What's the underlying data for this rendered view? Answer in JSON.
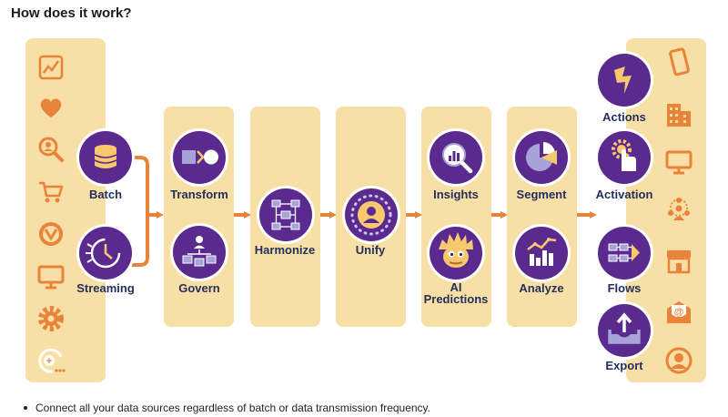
{
  "heading": "How does it work?",
  "nodes": {
    "batch": "Batch",
    "streaming": "Streaming",
    "transform": "Transform",
    "govern": "Govern",
    "harmonize": "Harmonize",
    "unify": "Unify",
    "insights": "Insights",
    "ai_predictions_line1": "AI",
    "ai_predictions_line2": "Predictions",
    "segment": "Segment",
    "analyze": "Analyze",
    "actions": "Actions",
    "activation": "Activation",
    "flows": "Flows",
    "export": "Export"
  },
  "source_icons": [
    "chart-icon",
    "heart-icon",
    "search-person-icon",
    "cart-icon",
    "mulesoft-icon",
    "monitor-icon",
    "gear-icon",
    "add-more-icon"
  ],
  "destination_icons": [
    "phone-icon",
    "building-icon",
    "monitor-icon",
    "network-people-icon",
    "storefront-icon",
    "email-icon",
    "user-icon"
  ],
  "colors": {
    "panel": "#f8dfa6",
    "circle": "#5a2a8e",
    "arrow": "#e8833a",
    "label": "#23305c",
    "icon_accent": "#f7c86e"
  },
  "bullet": "Connect all your data sources regardless of batch or data transmission frequency."
}
